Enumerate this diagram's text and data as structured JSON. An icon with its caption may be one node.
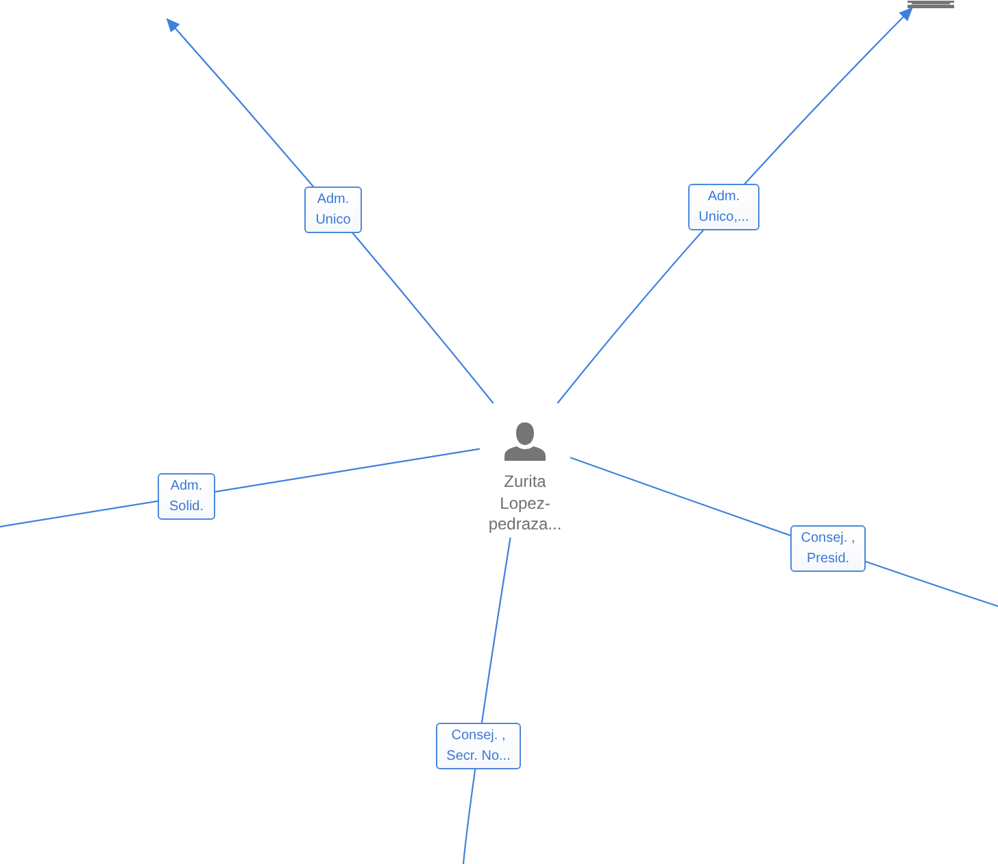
{
  "diagram": {
    "nodes": [
      {
        "text": [
          "Zurita Lopez-pedraza..."
        ]
      },
      {
        "text": [],
        "shape": "picture"
      }
    ],
    "edges": [
      {
        "from": 0,
        "to": null,
        "arrow": "to",
        "label": "Adm. Unico"
      },
      {
        "from": 0,
        "to": 1,
        "arrow": "to",
        "label": "Adm. Unico,..."
      },
      {
        "from": 0,
        "to": null,
        "arrow": "none",
        "label": "Adm. Solid."
      },
      {
        "from": 0,
        "to": null,
        "arrow": "none",
        "label": "Consej. , Presid."
      },
      {
        "from": 0,
        "to": null,
        "arrow": "none",
        "label": "Consej. , Secr. No..."
      }
    ]
  }
}
